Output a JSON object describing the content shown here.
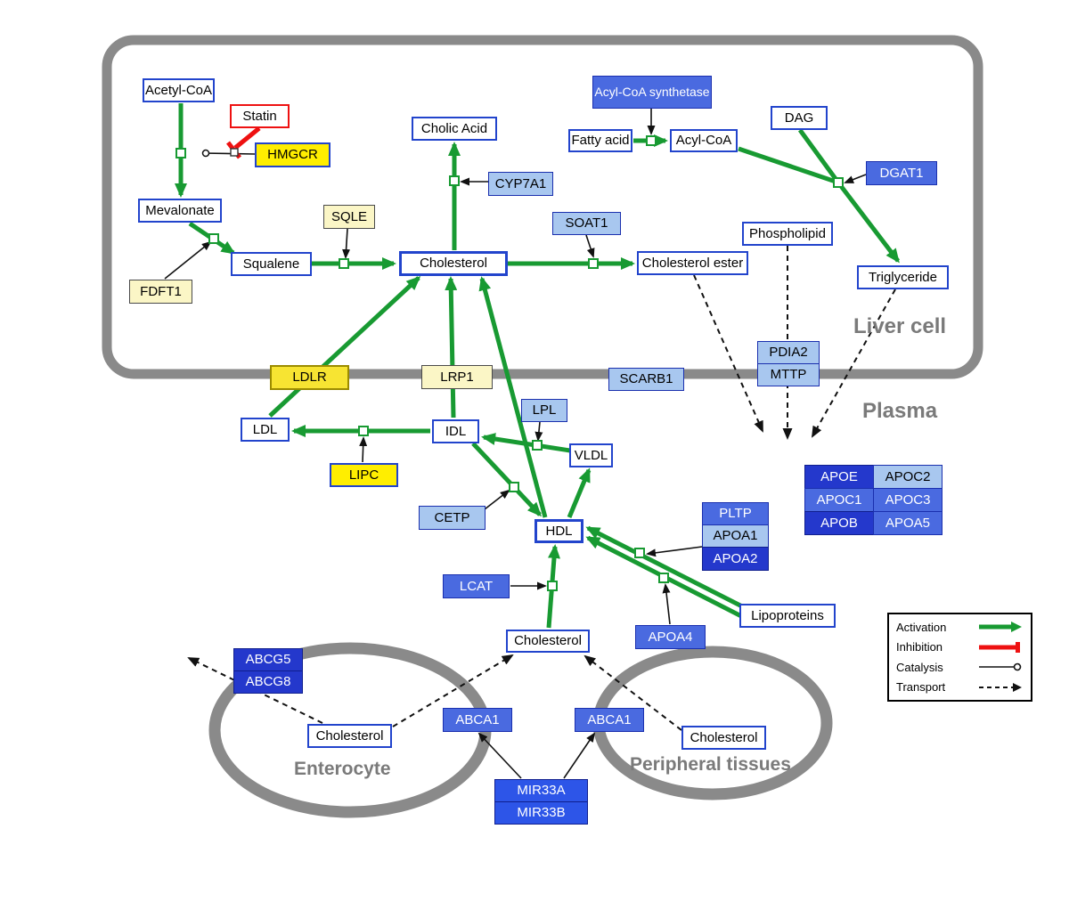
{
  "diagram": {
    "compartments": {
      "liver": "Liver cell",
      "plasma": "Plasma",
      "enterocyte": "Enterocyte",
      "peripheral": "Peripheral tissues"
    },
    "nodes": {
      "acetyl_coa": "Acetyl-CoA",
      "statin": "Statin",
      "hmgcr": "HMGCR",
      "mevalonate": "Mevalonate",
      "sqle": "SQLE",
      "fdft1": "FDFT1",
      "squalene": "Squalene",
      "cholesterol_liver": "Cholesterol",
      "cholic_acid": "Cholic Acid",
      "cyp7a1": "CYP7A1",
      "acyl_coa_synthetase": "Acyl-CoA synthetase",
      "fatty_acid": "Fatty acid",
      "acyl_coa": "Acyl-CoA",
      "dag": "DAG",
      "dgat1": "DGAT1",
      "soat1": "SOAT1",
      "cholesterol_ester": "Cholesterol ester",
      "phospholipid": "Phospholipid",
      "triglyceride": "Triglyceride",
      "pdia2": "PDIA2",
      "mttp": "MTTP",
      "ldlr": "LDLR",
      "lrp1": "LRP1",
      "scarb1": "SCARB1",
      "ldl": "LDL",
      "idl": "IDL",
      "lpl": "LPL",
      "vldl": "VLDL",
      "lipc": "LIPC",
      "cetp": "CETP",
      "hdl": "HDL",
      "pltp": "PLTP",
      "apoa1": "APOA1",
      "apoa2": "APOA2",
      "apoe": "APOE",
      "apoc2": "APOC2",
      "apoc1": "APOC1",
      "apoc3": "APOC3",
      "apob": "APOB",
      "apoa5": "APOA5",
      "lcat": "LCAT",
      "apoa4": "APOA4",
      "lipoproteins": "Lipoproteins",
      "cholesterol_plasma": "Cholesterol",
      "abcg5": "ABCG5",
      "abcg8": "ABCG8",
      "cholesterol_enterocyte": "Cholesterol",
      "abca1_enterocyte": "ABCA1",
      "abca1_peripheral": "ABCA1",
      "cholesterol_peripheral": "Cholesterol",
      "mir33a": "MIR33A",
      "mir33b": "MIR33B"
    },
    "legend": {
      "activation": "Activation",
      "inhibition": "Inhibition",
      "catalysis": "Catalysis",
      "transport": "Transport"
    },
    "colors": {
      "activation_green": "#189a32",
      "inhibition_red": "#ee1111",
      "metabolite_border_blue": "#2244cc",
      "gene_dark_blue": "#2438cc",
      "gene_medium_blue": "#4a6ae0",
      "gene_light_blue": "#a8c7ef",
      "enzyme_yellow": "#ffee00",
      "enzyme_pale_yellow": "#fbf6c6",
      "membrane_gray": "#8a8a8a"
    }
  }
}
